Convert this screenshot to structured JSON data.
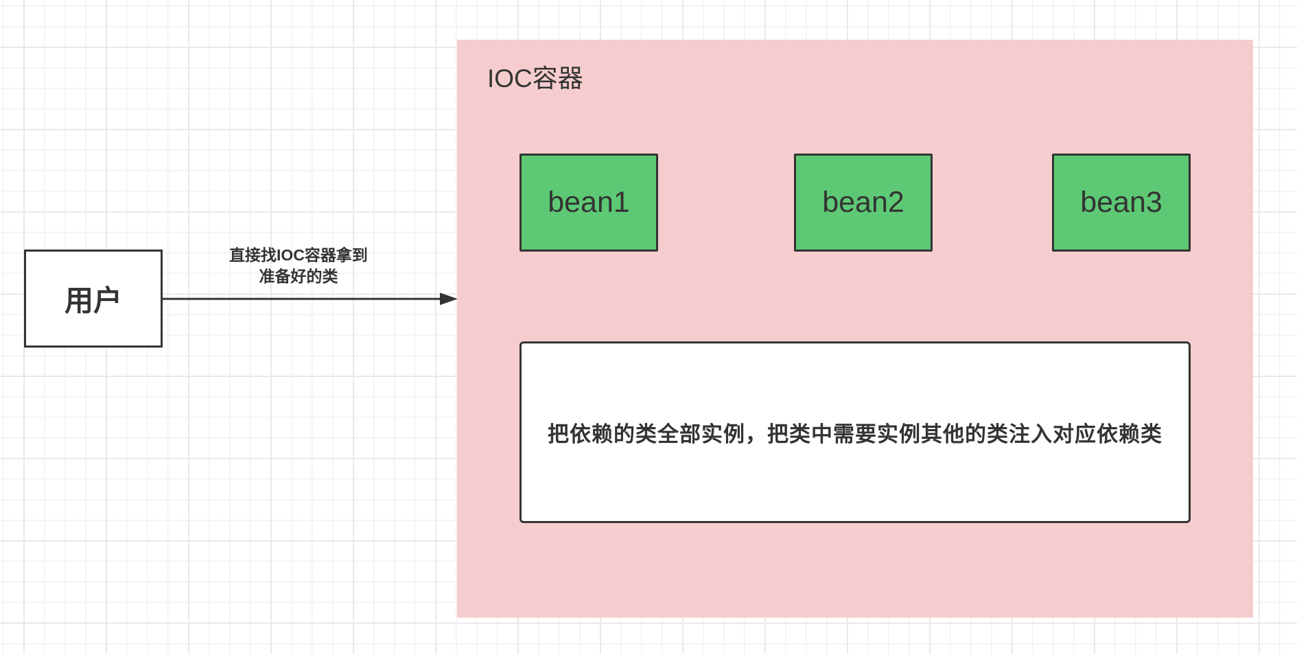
{
  "diagram": {
    "title": "IOC容器 dependency injection diagram",
    "colors": {
      "container_fill": "#f6cdce",
      "bean_fill": "#5dc974",
      "stroke": "#333333",
      "text": "#333333"
    },
    "user_node": {
      "label": "用户"
    },
    "edge": {
      "label_line1": "直接找IOC容器拿到",
      "label_line2": "准备好的类",
      "from": "用户",
      "to": "IOC容器"
    },
    "container": {
      "label": "IOC容器",
      "beans": [
        {
          "label": "bean1"
        },
        {
          "label": "bean2"
        },
        {
          "label": "bean3"
        }
      ],
      "note": "把依赖的类全部实例，把类中需要实例其他的类注入对应依赖类"
    }
  }
}
